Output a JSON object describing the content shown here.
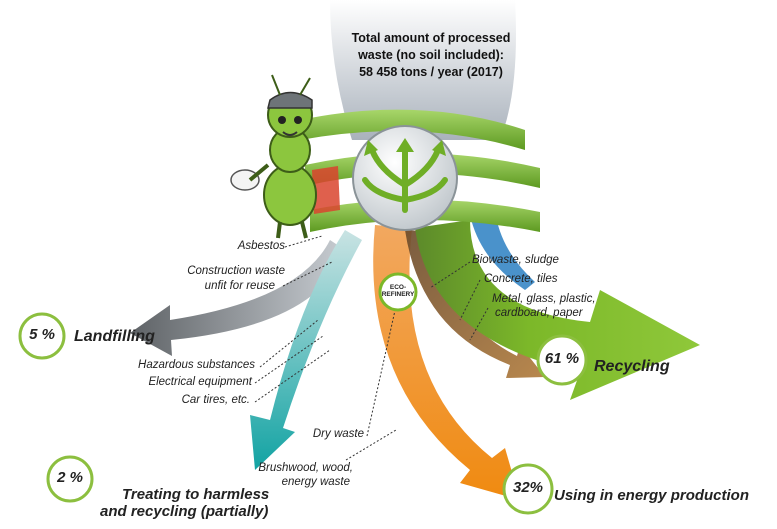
{
  "header": {
    "line1": "Total amount of processed",
    "line2": "waste (no soil included):",
    "line3": "58 458 tons / year (2017)"
  },
  "hub": {
    "label": "ECO-REFINERY"
  },
  "labels": {
    "asbestos": "Asbestos",
    "construction_1": "Construction waste",
    "construction_2": "unfit for reuse",
    "hazardous": "Hazardous substances",
    "electrical": "Electrical equipment",
    "tires": "Car tires, etc.",
    "biowaste": "Biowaste, sludge",
    "concrete": "Concrete, tiles",
    "metal_1": "Metal, glass, plastic,",
    "metal_2": "cardboard, paper",
    "dry": "Dry waste",
    "brush_1": "Brushwood, wood,",
    "brush_2": "energy waste"
  },
  "outcomes": {
    "landfilling": {
      "pct": "5 %",
      "label": "Landfilling"
    },
    "treating": {
      "pct": "2 %",
      "label_1": "Treating to harmless",
      "label_2": "and recycling (partially)"
    },
    "recycling": {
      "pct": "61 %",
      "label": "Recycling"
    },
    "energy": {
      "pct": "32%",
      "label": "Using in energy production"
    }
  },
  "colors": {
    "green": "#7cb829",
    "orange": "#ee7f0e",
    "teal": "#1e9e9e",
    "grey": "#6e6e6e",
    "blue": "#2a7fc2",
    "circle_border": "#8cbf3f"
  }
}
